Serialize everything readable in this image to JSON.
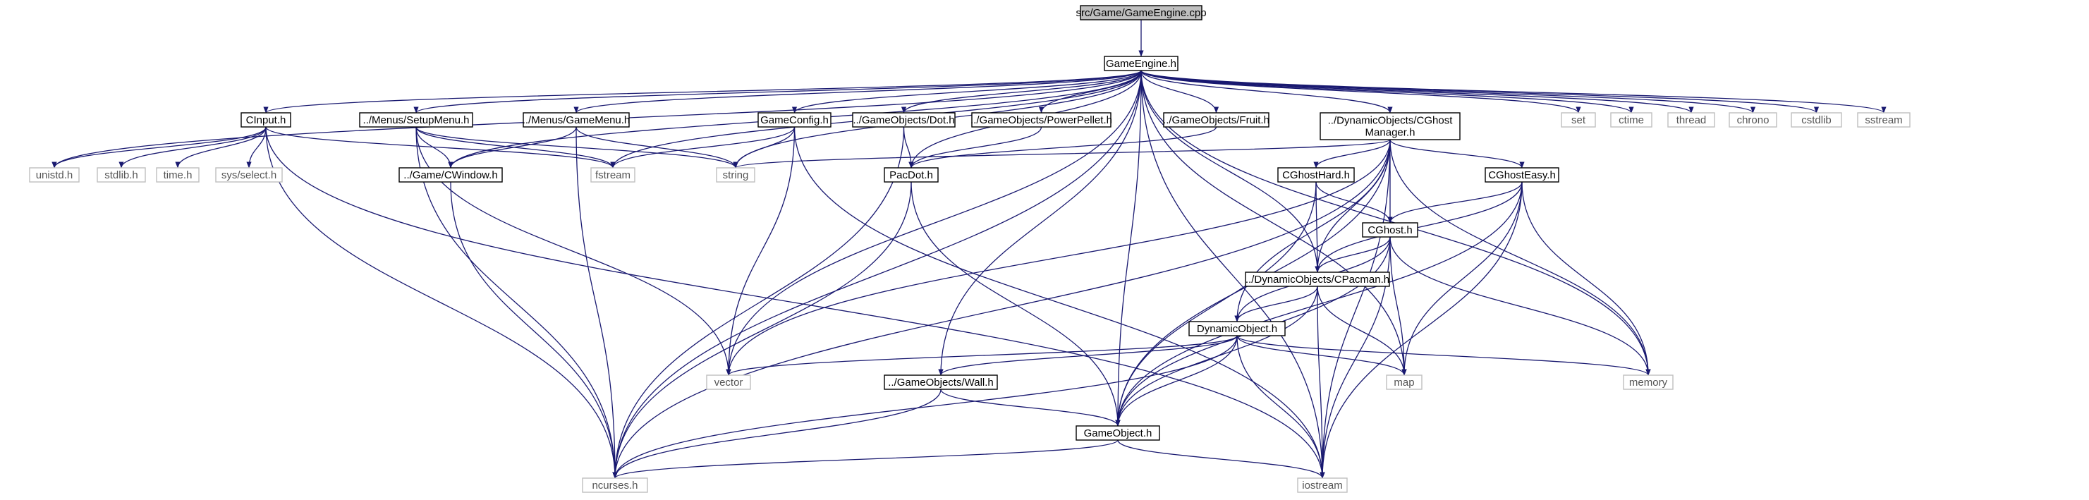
{
  "colors": {
    "edge": "#191970",
    "documented_border": "#000000",
    "external_border": "#bfbfbf",
    "root_fill": "#bfbfbf",
    "node_fill": "#ffffff",
    "documented_text": "#000000",
    "external_text": "#555555"
  },
  "nodes": [
    {
      "id": "root",
      "label": "src/Game/GameEngine.cpp",
      "kind": "root"
    },
    {
      "id": "ge",
      "label": "GameEngine.h",
      "kind": "documented"
    },
    {
      "id": "cinput",
      "label": "CInput.h",
      "kind": "documented"
    },
    {
      "id": "setupmenu",
      "label": "../Menus/SetupMenu.h",
      "kind": "documented"
    },
    {
      "id": "gamemenu",
      "label": "../Menus/GameMenu.h",
      "kind": "documented"
    },
    {
      "id": "gameconfig",
      "label": "GameConfig.h",
      "kind": "documented"
    },
    {
      "id": "dot",
      "label": "../GameObjects/Dot.h",
      "kind": "documented"
    },
    {
      "id": "powerpellet",
      "label": "../GameObjects/PowerPellet.h",
      "kind": "documented"
    },
    {
      "id": "fruit",
      "label": "../GameObjects/Fruit.h",
      "kind": "documented"
    },
    {
      "id": "cghostmanager",
      "label": "../DynamicObjects/CGhost\nManager.h",
      "kind": "documented"
    },
    {
      "id": "set",
      "label": "set",
      "kind": "external"
    },
    {
      "id": "ctime",
      "label": "ctime",
      "kind": "external"
    },
    {
      "id": "thread",
      "label": "thread",
      "kind": "external"
    },
    {
      "id": "chrono",
      "label": "chrono",
      "kind": "external"
    },
    {
      "id": "cstdlib",
      "label": "cstdlib",
      "kind": "external"
    },
    {
      "id": "sstream",
      "label": "sstream",
      "kind": "external"
    },
    {
      "id": "unistd",
      "label": "unistd.h",
      "kind": "external"
    },
    {
      "id": "stdlib",
      "label": "stdlib.h",
      "kind": "external"
    },
    {
      "id": "timeh",
      "label": "time.h",
      "kind": "external"
    },
    {
      "id": "sysselect",
      "label": "sys/select.h",
      "kind": "external"
    },
    {
      "id": "cwindow",
      "label": "../Game/CWindow.h",
      "kind": "documented"
    },
    {
      "id": "fstream",
      "label": "fstream",
      "kind": "external"
    },
    {
      "id": "string",
      "label": "string",
      "kind": "external"
    },
    {
      "id": "pacdot",
      "label": "PacDot.h",
      "kind": "documented"
    },
    {
      "id": "cghosthard",
      "label": "CGhostHard.h",
      "kind": "documented"
    },
    {
      "id": "cghosteasy",
      "label": "CGhostEasy.h",
      "kind": "documented"
    },
    {
      "id": "cghost",
      "label": "CGhost.h",
      "kind": "documented"
    },
    {
      "id": "cpacman",
      "label": "../DynamicObjects/CPacman.h",
      "kind": "documented"
    },
    {
      "id": "dynobj",
      "label": "DynamicObject.h",
      "kind": "documented"
    },
    {
      "id": "vector",
      "label": "vector",
      "kind": "external"
    },
    {
      "id": "wall",
      "label": "../GameObjects/Wall.h",
      "kind": "documented"
    },
    {
      "id": "map",
      "label": "map",
      "kind": "external"
    },
    {
      "id": "memory",
      "label": "memory",
      "kind": "external"
    },
    {
      "id": "gameobject",
      "label": "GameObject.h",
      "kind": "documented"
    },
    {
      "id": "ncurses",
      "label": "ncurses.h",
      "kind": "external"
    },
    {
      "id": "iostream",
      "label": "iostream",
      "kind": "external"
    }
  ],
  "edges": [
    [
      "root",
      "ge"
    ],
    [
      "ge",
      "cinput"
    ],
    [
      "ge",
      "setupmenu"
    ],
    [
      "ge",
      "gamemenu"
    ],
    [
      "ge",
      "gameconfig"
    ],
    [
      "ge",
      "dot"
    ],
    [
      "ge",
      "powerpellet"
    ],
    [
      "ge",
      "fruit"
    ],
    [
      "ge",
      "cghostmanager"
    ],
    [
      "ge",
      "set"
    ],
    [
      "ge",
      "ctime"
    ],
    [
      "ge",
      "thread"
    ],
    [
      "ge",
      "chrono"
    ],
    [
      "ge",
      "cstdlib"
    ],
    [
      "ge",
      "sstream"
    ],
    [
      "ge",
      "unistd"
    ],
    [
      "ge",
      "cwindow"
    ],
    [
      "ge",
      "fstream"
    ],
    [
      "ge",
      "string"
    ],
    [
      "ge",
      "vector"
    ],
    [
      "ge",
      "wall"
    ],
    [
      "ge",
      "pacdot"
    ],
    [
      "ge",
      "gameobject"
    ],
    [
      "ge",
      "cpacman"
    ],
    [
      "ge",
      "map"
    ],
    [
      "ge",
      "memory"
    ],
    [
      "ge",
      "ncurses"
    ],
    [
      "ge",
      "iostream"
    ],
    [
      "cinput",
      "unistd"
    ],
    [
      "cinput",
      "stdlib"
    ],
    [
      "cinput",
      "timeh"
    ],
    [
      "cinput",
      "sysselect"
    ],
    [
      "cinput",
      "fstream"
    ],
    [
      "cinput",
      "ncurses"
    ],
    [
      "cinput",
      "iostream"
    ],
    [
      "setupmenu",
      "cwindow"
    ],
    [
      "setupmenu",
      "fstream"
    ],
    [
      "setupmenu",
      "string"
    ],
    [
      "setupmenu",
      "vector"
    ],
    [
      "setupmenu",
      "ncurses"
    ],
    [
      "gamemenu",
      "cwindow"
    ],
    [
      "gamemenu",
      "string"
    ],
    [
      "gamemenu",
      "ncurses"
    ],
    [
      "gameconfig",
      "fstream"
    ],
    [
      "gameconfig",
      "string"
    ],
    [
      "gameconfig",
      "vector"
    ],
    [
      "gameconfig",
      "iostream"
    ],
    [
      "dot",
      "pacdot"
    ],
    [
      "dot",
      "ncurses"
    ],
    [
      "powerpellet",
      "pacdot"
    ],
    [
      "fruit",
      "pacdot"
    ],
    [
      "cghostmanager",
      "string"
    ],
    [
      "cghostmanager",
      "vector"
    ],
    [
      "cghostmanager",
      "cghosthard"
    ],
    [
      "cghostmanager",
      "cghosteasy"
    ],
    [
      "cghostmanager",
      "cghost"
    ],
    [
      "cghostmanager",
      "cpacman"
    ],
    [
      "cghostmanager",
      "dynobj"
    ],
    [
      "cghostmanager",
      "gameobject"
    ],
    [
      "cghostmanager",
      "memory"
    ],
    [
      "cghostmanager",
      "ncurses"
    ],
    [
      "cghostmanager",
      "iostream"
    ],
    [
      "cwindow",
      "ncurses"
    ],
    [
      "pacdot",
      "gameobject"
    ],
    [
      "pacdot",
      "ncurses"
    ],
    [
      "cghosthard",
      "cghost"
    ],
    [
      "cghosthard",
      "cpacman"
    ],
    [
      "cghosthard",
      "gameobject"
    ],
    [
      "cghosteasy",
      "cghost"
    ],
    [
      "cghosteasy",
      "cpacman"
    ],
    [
      "cghosteasy",
      "gameobject"
    ],
    [
      "cghosteasy",
      "map"
    ],
    [
      "cghosteasy",
      "memory"
    ],
    [
      "cghosteasy",
      "iostream"
    ],
    [
      "cghost",
      "cpacman"
    ],
    [
      "cghost",
      "dynobj"
    ],
    [
      "cghost",
      "gameobject"
    ],
    [
      "cghost",
      "map"
    ],
    [
      "cghost",
      "memory"
    ],
    [
      "cghost",
      "iostream"
    ],
    [
      "cpacman",
      "dynobj"
    ],
    [
      "cpacman",
      "gameobject"
    ],
    [
      "cpacman",
      "map"
    ],
    [
      "cpacman",
      "iostream"
    ],
    [
      "dynobj",
      "vector"
    ],
    [
      "dynobj",
      "wall"
    ],
    [
      "dynobj",
      "gameobject"
    ],
    [
      "dynobj",
      "map"
    ],
    [
      "dynobj",
      "memory"
    ],
    [
      "dynobj",
      "ncurses"
    ],
    [
      "dynobj",
      "iostream"
    ],
    [
      "wall",
      "gameobject"
    ],
    [
      "wall",
      "ncurses"
    ],
    [
      "gameobject",
      "ncurses"
    ],
    [
      "gameobject",
      "iostream"
    ]
  ]
}
